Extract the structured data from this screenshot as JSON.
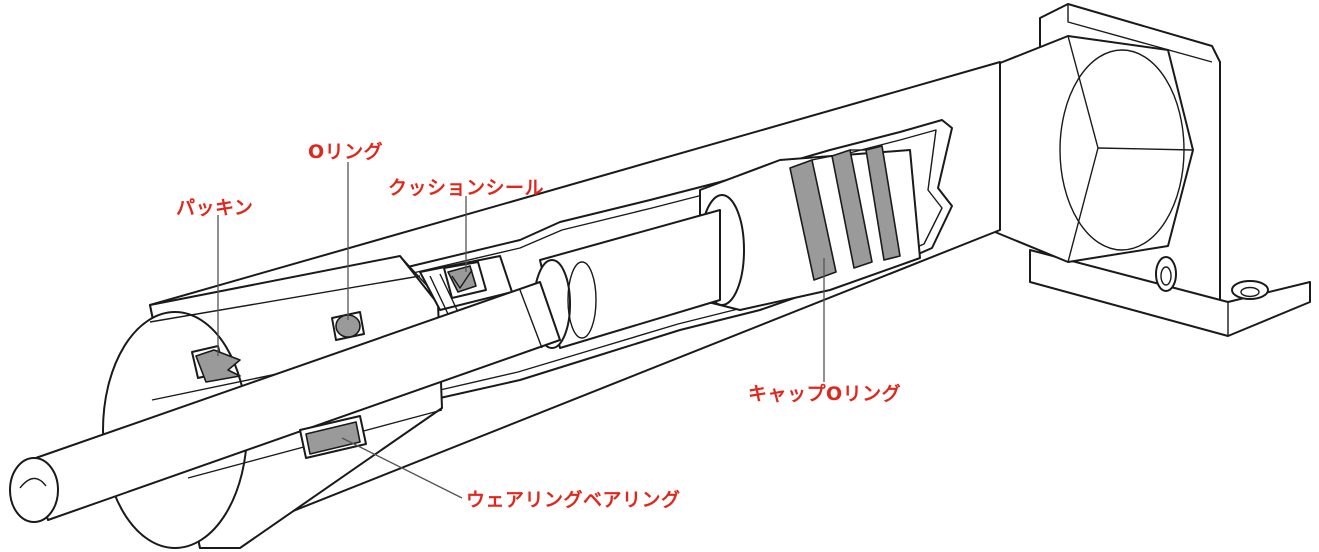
{
  "colors": {
    "line": "#1a1a1a",
    "label": "#e2261b",
    "seal_fill": "#9a9a9a",
    "leader": "#555555",
    "background": "#ffffff"
  },
  "labels": {
    "packing": "パッキン",
    "o_ring": "Oリング",
    "cushion_seal": "クッションシール",
    "cap_o_ring": "キャップOリング",
    "wear_ring": "ウェアリングベアリング"
  }
}
